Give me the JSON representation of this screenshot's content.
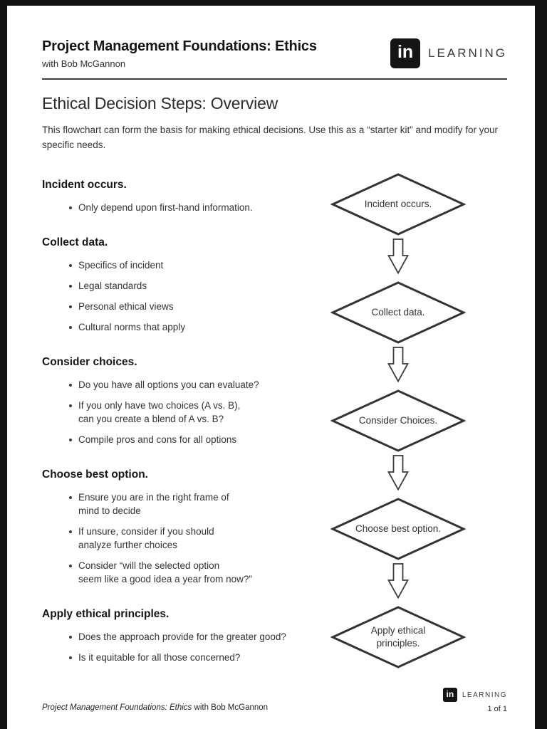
{
  "header": {
    "course_title": "Project Management Foundations: Ethics",
    "author_line": "with Bob McGannon",
    "brand": {
      "logo_text": "in",
      "brand_name": "LEARNING"
    }
  },
  "page": {
    "title": "Ethical Decision Steps: Overview",
    "intro": "This flowchart can form the basis for making ethical decisions. Use this as a “starter kit” and modify for your\nspecific needs."
  },
  "sections": [
    {
      "heading": "Incident occurs.",
      "bullets": [
        "Only depend upon first-hand information."
      ]
    },
    {
      "heading": "Collect data.",
      "bullets": [
        "Specifics of incident",
        "Legal standards",
        "Personal ethical views",
        "Cultural norms that apply"
      ]
    },
    {
      "heading": "Consider choices.",
      "bullets": [
        "Do you have all options you can evaluate?",
        "If you only have two choices (A vs. B),\ncan you create a blend of A vs. B?",
        "Compile pros and cons for all options"
      ]
    },
    {
      "heading": "Choose best option.",
      "bullets": [
        "Ensure you are in the right frame of\nmind to decide",
        "If unsure, consider if you should\nanalyze further choices",
        "Consider “will the selected option\nseem like a good idea a year from now?”"
      ]
    },
    {
      "heading": "Apply ethical principles.",
      "bullets": [
        "Does the approach provide for the greater good?",
        "Is it equitable for all those concerned?"
      ]
    }
  ],
  "flowchart": {
    "nodes": [
      "Incident occurs.",
      "Collect data.",
      "Consider Choices.",
      "Choose best option.",
      "Apply ethical\nprinciples."
    ]
  },
  "footer": {
    "course_title_italic": "Project Management Foundations: Ethics",
    "author_suffix": " with Bob McGannon",
    "brand": {
      "logo_text": "in",
      "brand_name": "LEARNING"
    },
    "page_number": "1 of 1"
  },
  "colors": {
    "frame": "#121212",
    "page_background": "#ffffff",
    "heading_text": "#151515",
    "body_text": "#333333",
    "line_and_shapes": "#3a3a3a",
    "logo_background": "#151515",
    "logo_text": "#ffffff"
  }
}
